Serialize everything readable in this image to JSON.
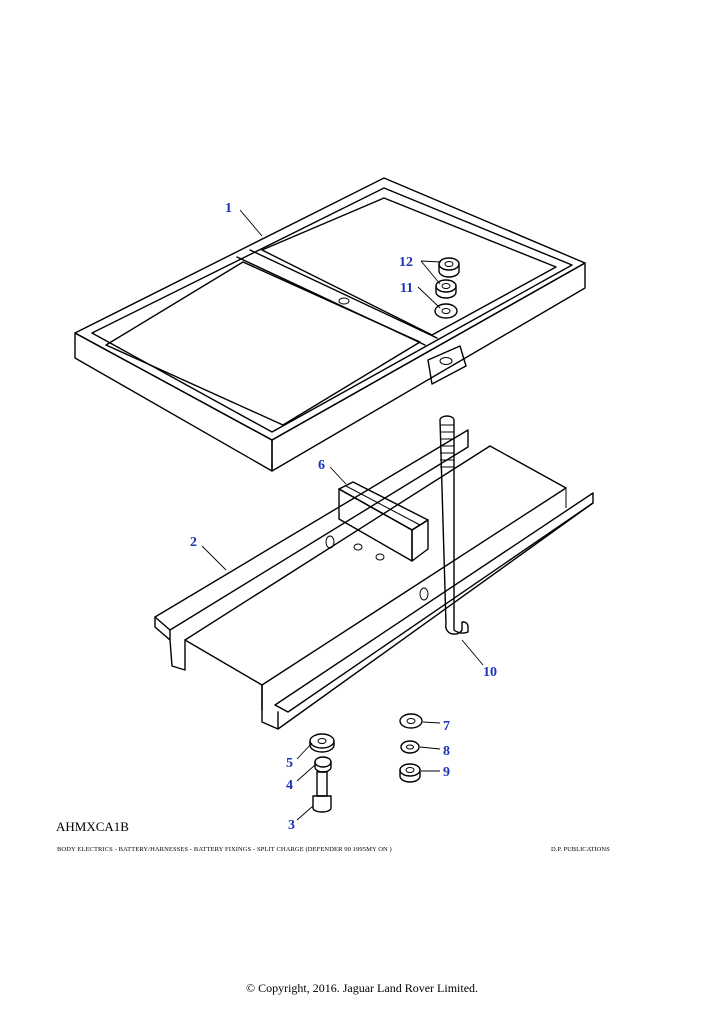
{
  "diagram": {
    "reference": "AHMXCA1B",
    "caption": "BODY ELECTRICS - BATTERY/HARNESSES - BATTERY FIXINGS - SPLIT CHARGE (DEFENDER 90 1995MY ON )",
    "publisher": "D.P. PUBLICATIONS",
    "callouts": [
      "1",
      "2",
      "3",
      "4",
      "5",
      "6",
      "7",
      "8",
      "9",
      "10",
      "11",
      "12"
    ]
  },
  "footer": {
    "copyright": "© Copyright, 2016. Jaguar Land Rover Limited."
  },
  "colors": {
    "callout": "#1a33b8",
    "linework": "#000000",
    "background": "#ffffff"
  }
}
